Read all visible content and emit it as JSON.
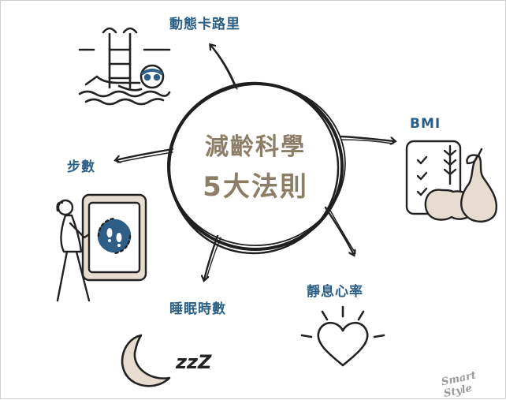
{
  "center": {
    "line1": "減齡科學",
    "line2": "5大法則"
  },
  "labels": {
    "calories": "動態卡路里",
    "bmi": "BMI",
    "steps": "步數",
    "sleep": "睡眠時數",
    "heart": "靜息心率"
  },
  "sleep_z": "zzZ",
  "watermark": "Smart Style",
  "colors": {
    "label_blue": "#2a5e85",
    "center_text": "#8c7d66",
    "ink": "#222222",
    "beige": "#e6ddd0",
    "icon_blue": "#2f5f86"
  }
}
